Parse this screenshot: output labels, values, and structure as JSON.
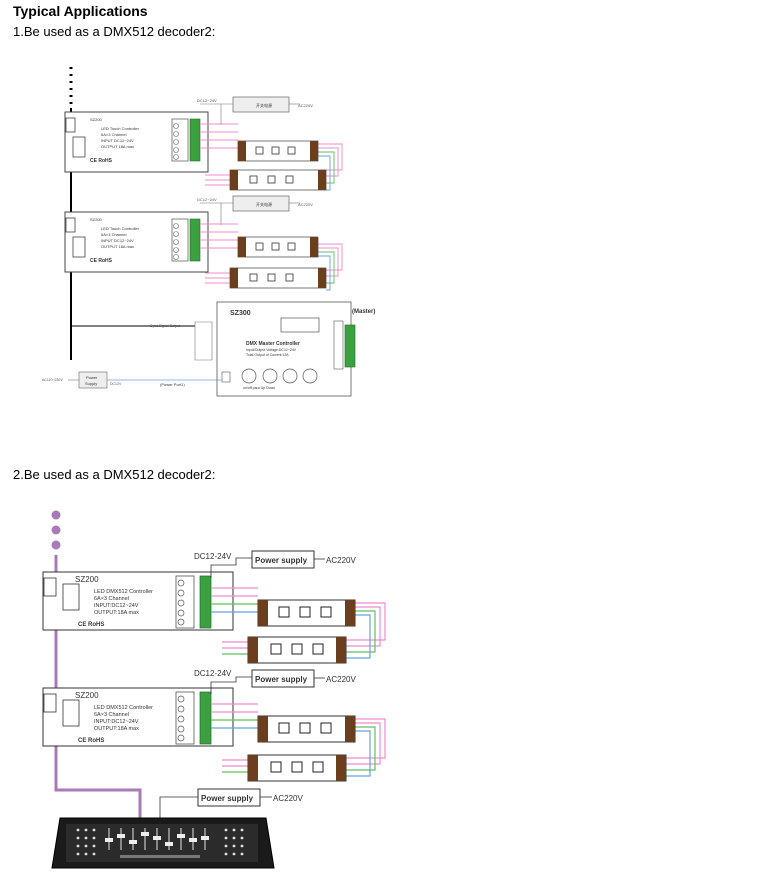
{
  "page": {
    "heading": "Typical Applications",
    "item1": "1.Be used as a DMX512 decoder2:",
    "item2": "2.Be used as a DMX512 decoder2:"
  },
  "diagram1": {
    "decoder_model": "SZ200",
    "decoder_lines": [
      "LED Touch Controller",
      "6A×3 Channel",
      "INPUT DC12~24V",
      "OUTPUT 18A max"
    ],
    "dc_label": "DC12~24V",
    "psu_label": "开关电源",
    "ac_label": "AC220V",
    "master_model": "SZ300",
    "master_tag": "(Master)",
    "master_title": "DMX Master Controller",
    "master_spec1": "Input/Output Voltage:DC12~24V",
    "master_spec2": "Total Output of Current:12A",
    "master_buttons": "on/off  para  Up  Down",
    "signal_label": "Sync Signal Output",
    "psu_small": "Power Supply",
    "ac_small": "AC110~230V",
    "dc_small": "DC12V",
    "power_port": "(Power Port1)"
  },
  "diagram2": {
    "decoder_model": "SZ200",
    "decoder_lines": [
      "LED DMX512 Controller",
      "6A×3 Channel",
      "INPUT:DC12~24V",
      "OUTPUT:18A max"
    ],
    "dc_label": "DC12-24V",
    "psu_label": "Power supply",
    "ac_label": "AC220V",
    "certs": "CE RoHS"
  },
  "colors": {
    "signal_purple": "#a87bb8",
    "strip_pink": "#f08bd0",
    "strip_green": "#60c060",
    "strip_blue": "#6aa0e0",
    "terminal_green": "#3aa040"
  }
}
